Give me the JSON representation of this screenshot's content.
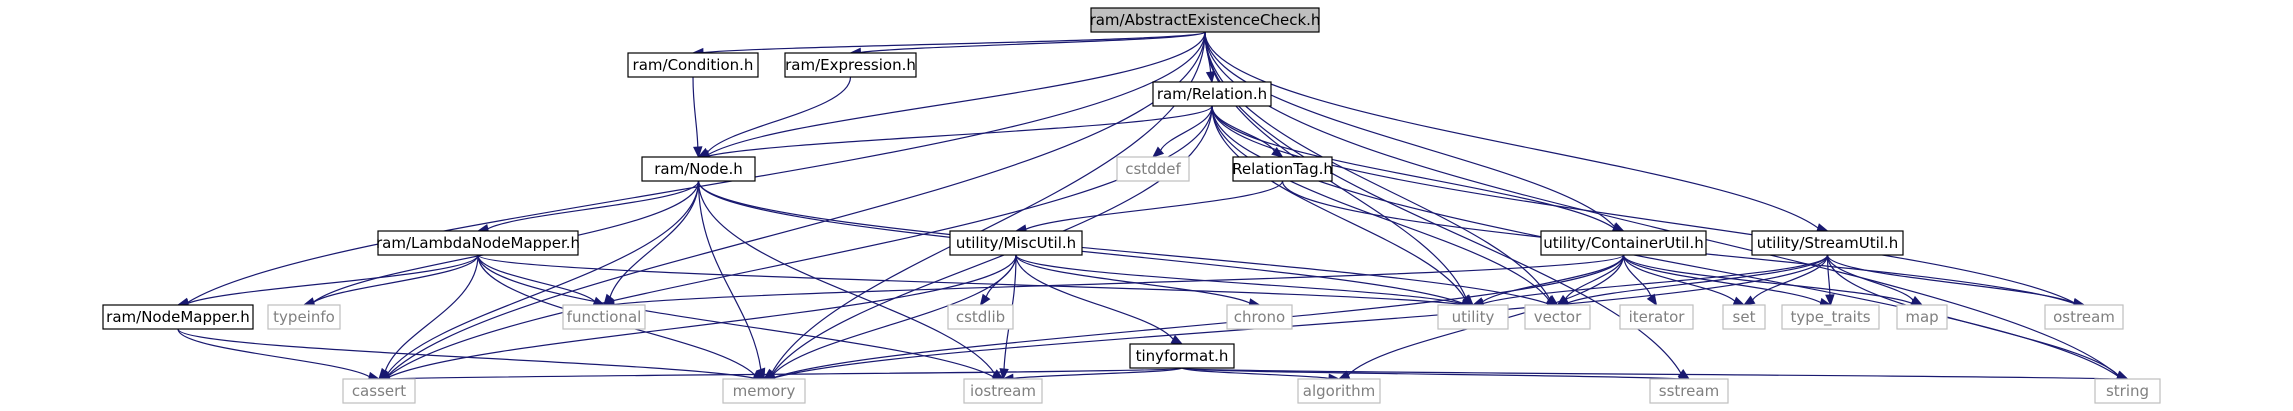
{
  "colors": {
    "edge": "#191970",
    "root_fill": "#bfbfbf",
    "header_fill": "#ffffff",
    "header_stroke": "#000000",
    "system_stroke": "#bfbfbf",
    "system_text": "#808080"
  },
  "nodes": [
    {
      "id": "root",
      "label": "ram/AbstractExistenceCheck.h",
      "kind": "root"
    },
    {
      "id": "cond",
      "label": "ram/Condition.h",
      "kind": "header"
    },
    {
      "id": "expr",
      "label": "ram/Expression.h",
      "kind": "header"
    },
    {
      "id": "rel",
      "label": "ram/Relation.h",
      "kind": "header"
    },
    {
      "id": "node",
      "label": "ram/Node.h",
      "kind": "header"
    },
    {
      "id": "cstddef",
      "label": "cstddef",
      "kind": "system"
    },
    {
      "id": "reltag",
      "label": "RelationTag.h",
      "kind": "header"
    },
    {
      "id": "lnm",
      "label": "ram/LambdaNodeMapper.h",
      "kind": "header"
    },
    {
      "id": "misc",
      "label": "utility/MiscUtil.h",
      "kind": "header"
    },
    {
      "id": "cont",
      "label": "utility/ContainerUtil.h",
      "kind": "header"
    },
    {
      "id": "stream",
      "label": "utility/StreamUtil.h",
      "kind": "header"
    },
    {
      "id": "nm",
      "label": "ram/NodeMapper.h",
      "kind": "header"
    },
    {
      "id": "typeinfo",
      "label": "typeinfo",
      "kind": "system"
    },
    {
      "id": "functional",
      "label": "functional",
      "kind": "system"
    },
    {
      "id": "cstdlib",
      "label": "cstdlib",
      "kind": "system"
    },
    {
      "id": "tinyformat",
      "label": "tinyformat.h",
      "kind": "header"
    },
    {
      "id": "chrono",
      "label": "chrono",
      "kind": "system"
    },
    {
      "id": "utility",
      "label": "utility",
      "kind": "system"
    },
    {
      "id": "vector",
      "label": "vector",
      "kind": "system"
    },
    {
      "id": "iterator",
      "label": "iterator",
      "kind": "system"
    },
    {
      "id": "set",
      "label": "set",
      "kind": "system"
    },
    {
      "id": "type_traits",
      "label": "type_traits",
      "kind": "system"
    },
    {
      "id": "map",
      "label": "map",
      "kind": "system"
    },
    {
      "id": "ostream",
      "label": "ostream",
      "kind": "system"
    },
    {
      "id": "cassert",
      "label": "cassert",
      "kind": "system"
    },
    {
      "id": "memory",
      "label": "memory",
      "kind": "system"
    },
    {
      "id": "iostream",
      "label": "iostream",
      "kind": "system"
    },
    {
      "id": "algorithm",
      "label": "algorithm",
      "kind": "system"
    },
    {
      "id": "sstream",
      "label": "sstream",
      "kind": "system"
    },
    {
      "id": "string",
      "label": "string",
      "kind": "system"
    }
  ],
  "edges": [
    [
      "root",
      "cond"
    ],
    [
      "root",
      "expr"
    ],
    [
      "root",
      "rel"
    ],
    [
      "root",
      "node"
    ],
    [
      "root",
      "nm"
    ],
    [
      "root",
      "cont"
    ],
    [
      "root",
      "stream"
    ],
    [
      "root",
      "utility"
    ],
    [
      "root",
      "vector"
    ],
    [
      "root",
      "memory"
    ],
    [
      "root",
      "cassert"
    ],
    [
      "root",
      "sstream"
    ],
    [
      "root",
      "string"
    ],
    [
      "cond",
      "node"
    ],
    [
      "expr",
      "node"
    ],
    [
      "rel",
      "node"
    ],
    [
      "rel",
      "cstddef"
    ],
    [
      "rel",
      "reltag"
    ],
    [
      "rel",
      "cont"
    ],
    [
      "rel",
      "utility"
    ],
    [
      "rel",
      "vector"
    ],
    [
      "rel",
      "memory"
    ],
    [
      "rel",
      "cassert"
    ],
    [
      "rel",
      "ostream"
    ],
    [
      "rel",
      "string"
    ],
    [
      "reltag",
      "misc"
    ],
    [
      "reltag",
      "ostream"
    ],
    [
      "node",
      "lnm"
    ],
    [
      "node",
      "typeinfo"
    ],
    [
      "node",
      "functional"
    ],
    [
      "node",
      "utility"
    ],
    [
      "node",
      "vector"
    ],
    [
      "node",
      "memory"
    ],
    [
      "node",
      "cassert"
    ],
    [
      "node",
      "iostream"
    ],
    [
      "lnm",
      "nm"
    ],
    [
      "lnm",
      "typeinfo"
    ],
    [
      "lnm",
      "functional"
    ],
    [
      "lnm",
      "cassert"
    ],
    [
      "lnm",
      "memory"
    ],
    [
      "lnm",
      "iostream"
    ],
    [
      "lnm",
      "utility"
    ],
    [
      "nm",
      "cassert"
    ],
    [
      "nm",
      "memory"
    ],
    [
      "misc",
      "tinyformat"
    ],
    [
      "misc",
      "cstdlib"
    ],
    [
      "misc",
      "chrono"
    ],
    [
      "misc",
      "utility"
    ],
    [
      "misc",
      "memory"
    ],
    [
      "misc",
      "iostream"
    ],
    [
      "misc",
      "cassert"
    ],
    [
      "tinyformat",
      "cassert"
    ],
    [
      "tinyformat",
      "iostream"
    ],
    [
      "tinyformat",
      "algorithm"
    ],
    [
      "tinyformat",
      "sstream"
    ],
    [
      "tinyformat",
      "string"
    ],
    [
      "cont",
      "functional"
    ],
    [
      "cont",
      "utility"
    ],
    [
      "cont",
      "vector"
    ],
    [
      "cont",
      "iterator"
    ],
    [
      "cont",
      "set"
    ],
    [
      "cont",
      "type_traits"
    ],
    [
      "cont",
      "map"
    ],
    [
      "cont",
      "memory"
    ],
    [
      "cont",
      "algorithm"
    ],
    [
      "stream",
      "vector"
    ],
    [
      "stream",
      "utility"
    ],
    [
      "stream",
      "set"
    ],
    [
      "stream",
      "type_traits"
    ],
    [
      "stream",
      "map"
    ],
    [
      "stream",
      "ostream"
    ],
    [
      "stream",
      "string"
    ],
    [
      "stream",
      "memory"
    ]
  ]
}
